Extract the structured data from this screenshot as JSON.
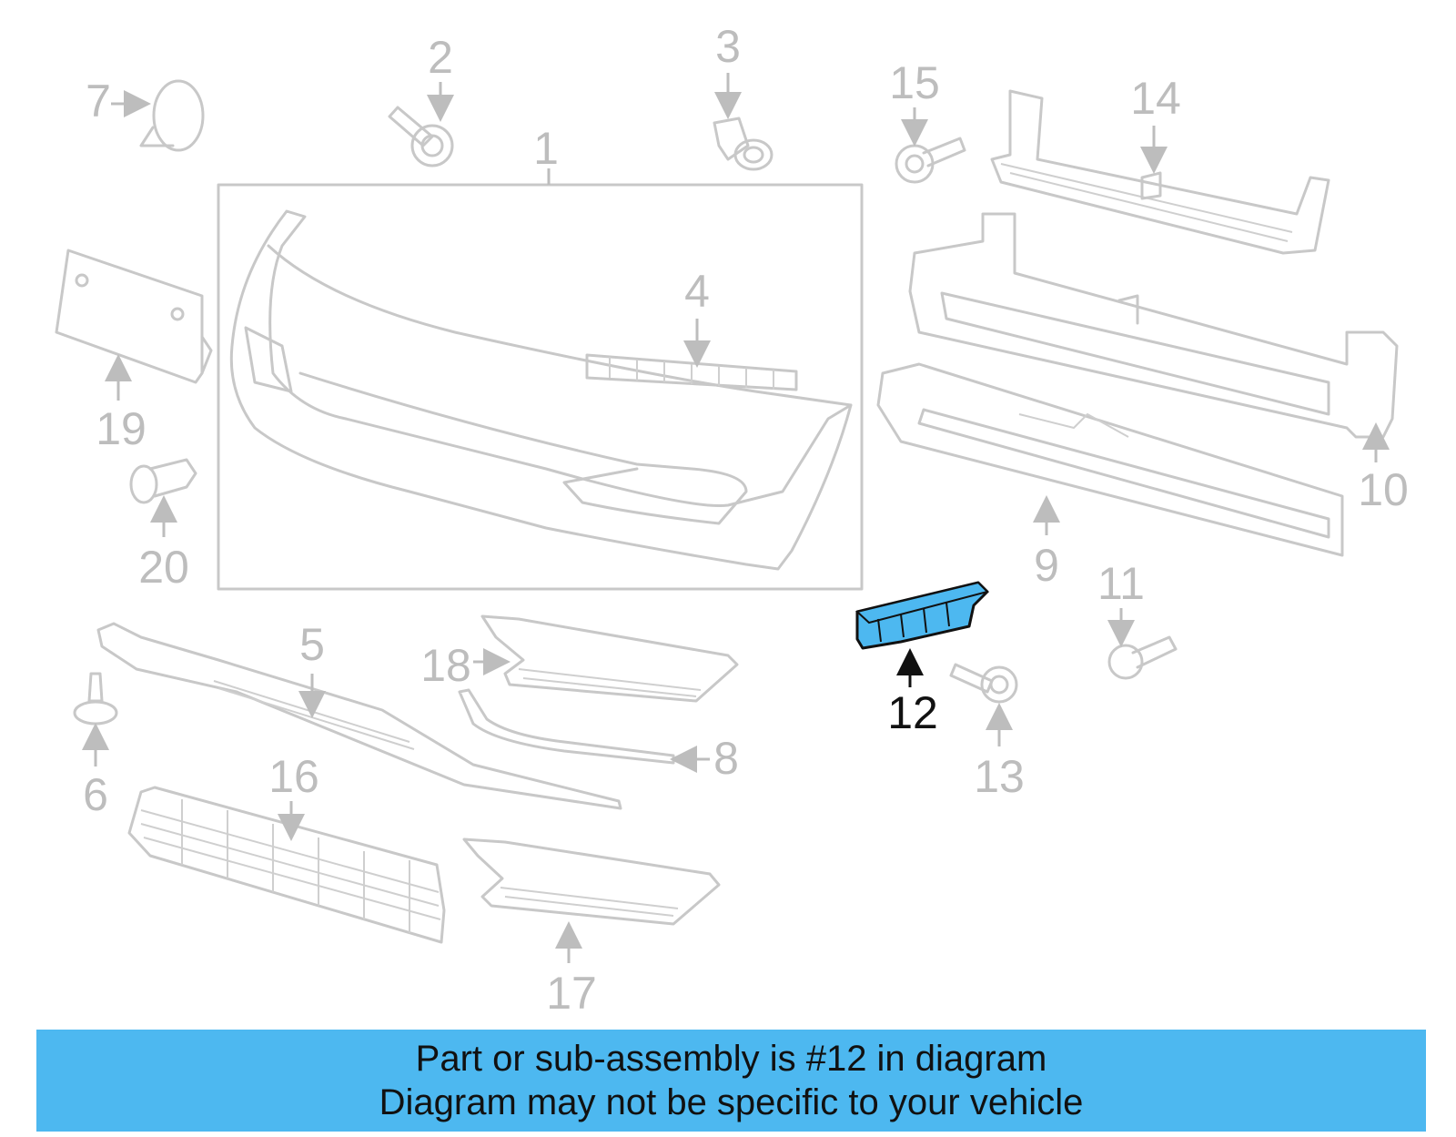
{
  "callouts": {
    "c1": "1",
    "c2": "2",
    "c3": "3",
    "c4": "4",
    "c5": "5",
    "c6": "6",
    "c7": "7",
    "c8": "8",
    "c9": "9",
    "c10": "10",
    "c11": "11",
    "c12": "12",
    "c13": "13",
    "c14": "14",
    "c15": "15",
    "c16": "16",
    "c17": "17",
    "c18": "18",
    "c19": "19",
    "c20": "20"
  },
  "highlighted_part": "12",
  "colors": {
    "highlight_fill": "#4db8f0",
    "banner": "#4db8f0",
    "line_gray": "#c8c8c8",
    "text_gray": "#bdbdbd"
  },
  "banner": {
    "line1": "Part or sub-assembly is #12 in diagram",
    "line2": "Diagram may not be specific to your vehicle"
  }
}
